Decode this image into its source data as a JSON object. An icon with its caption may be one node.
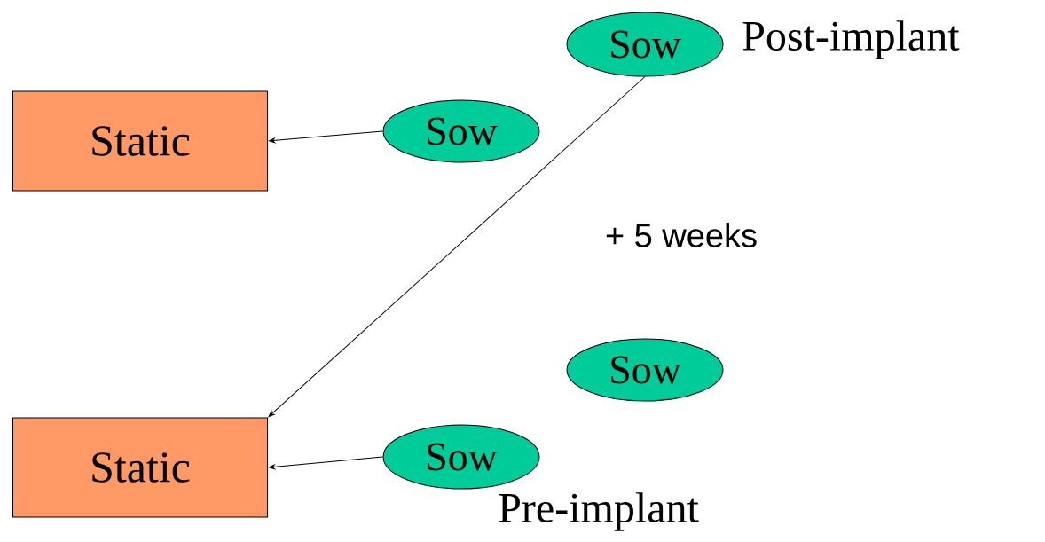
{
  "diagram": {
    "nodes": [
      {
        "text": [
          "Static"
        ]
      },
      {
        "text": [
          "Sow"
        ]
      },
      {
        "text": [
          "Sow"
        ],
        "beside": [
          "Post-implant"
        ]
      },
      {
        "text": [
          "Static"
        ]
      },
      {
        "text": [
          "Sow"
        ]
      },
      {
        "text": [
          "Sow"
        ],
        "beside": [
          "Pre-implant"
        ]
      }
    ],
    "edges": [
      {
        "from": 1,
        "to": 0,
        "arrow": "to"
      },
      {
        "from": 2,
        "to": 3,
        "arrow": "to"
      },
      {
        "from": 5,
        "to": 3,
        "arrow": "to"
      }
    ],
    "labels": [
      "+ 5 weeks"
    ]
  }
}
